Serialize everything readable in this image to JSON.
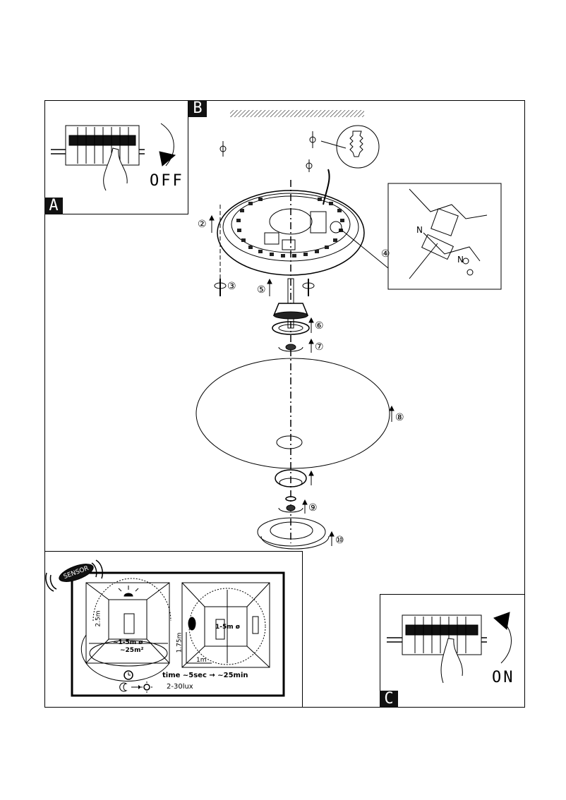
{
  "labels": {
    "a": "A",
    "b": "B",
    "c": "C"
  },
  "breaker_off": "OFF",
  "breaker_on": "ON",
  "sensor": {
    "badge": "SENSOR",
    "height_top": "2.5m",
    "range_diameter": "~1-5m ø",
    "area": "~25m²",
    "side_diameter": "1-5m ø",
    "mount_height": "1.75m",
    "distance": "1m",
    "time_text": "time ~5sec → ~25min",
    "lux_text": "2-30lux"
  },
  "detail": {
    "n1": "N",
    "n2": "N"
  },
  "steps": [
    "②",
    "③",
    "④",
    "⑤",
    "⑥",
    "⑦",
    "⑧",
    "⑨",
    "⑩"
  ],
  "icons": [
    "power-switch-icon",
    "clock-icon",
    "moon-icon",
    "sun-icon",
    "dowel-icon"
  ]
}
